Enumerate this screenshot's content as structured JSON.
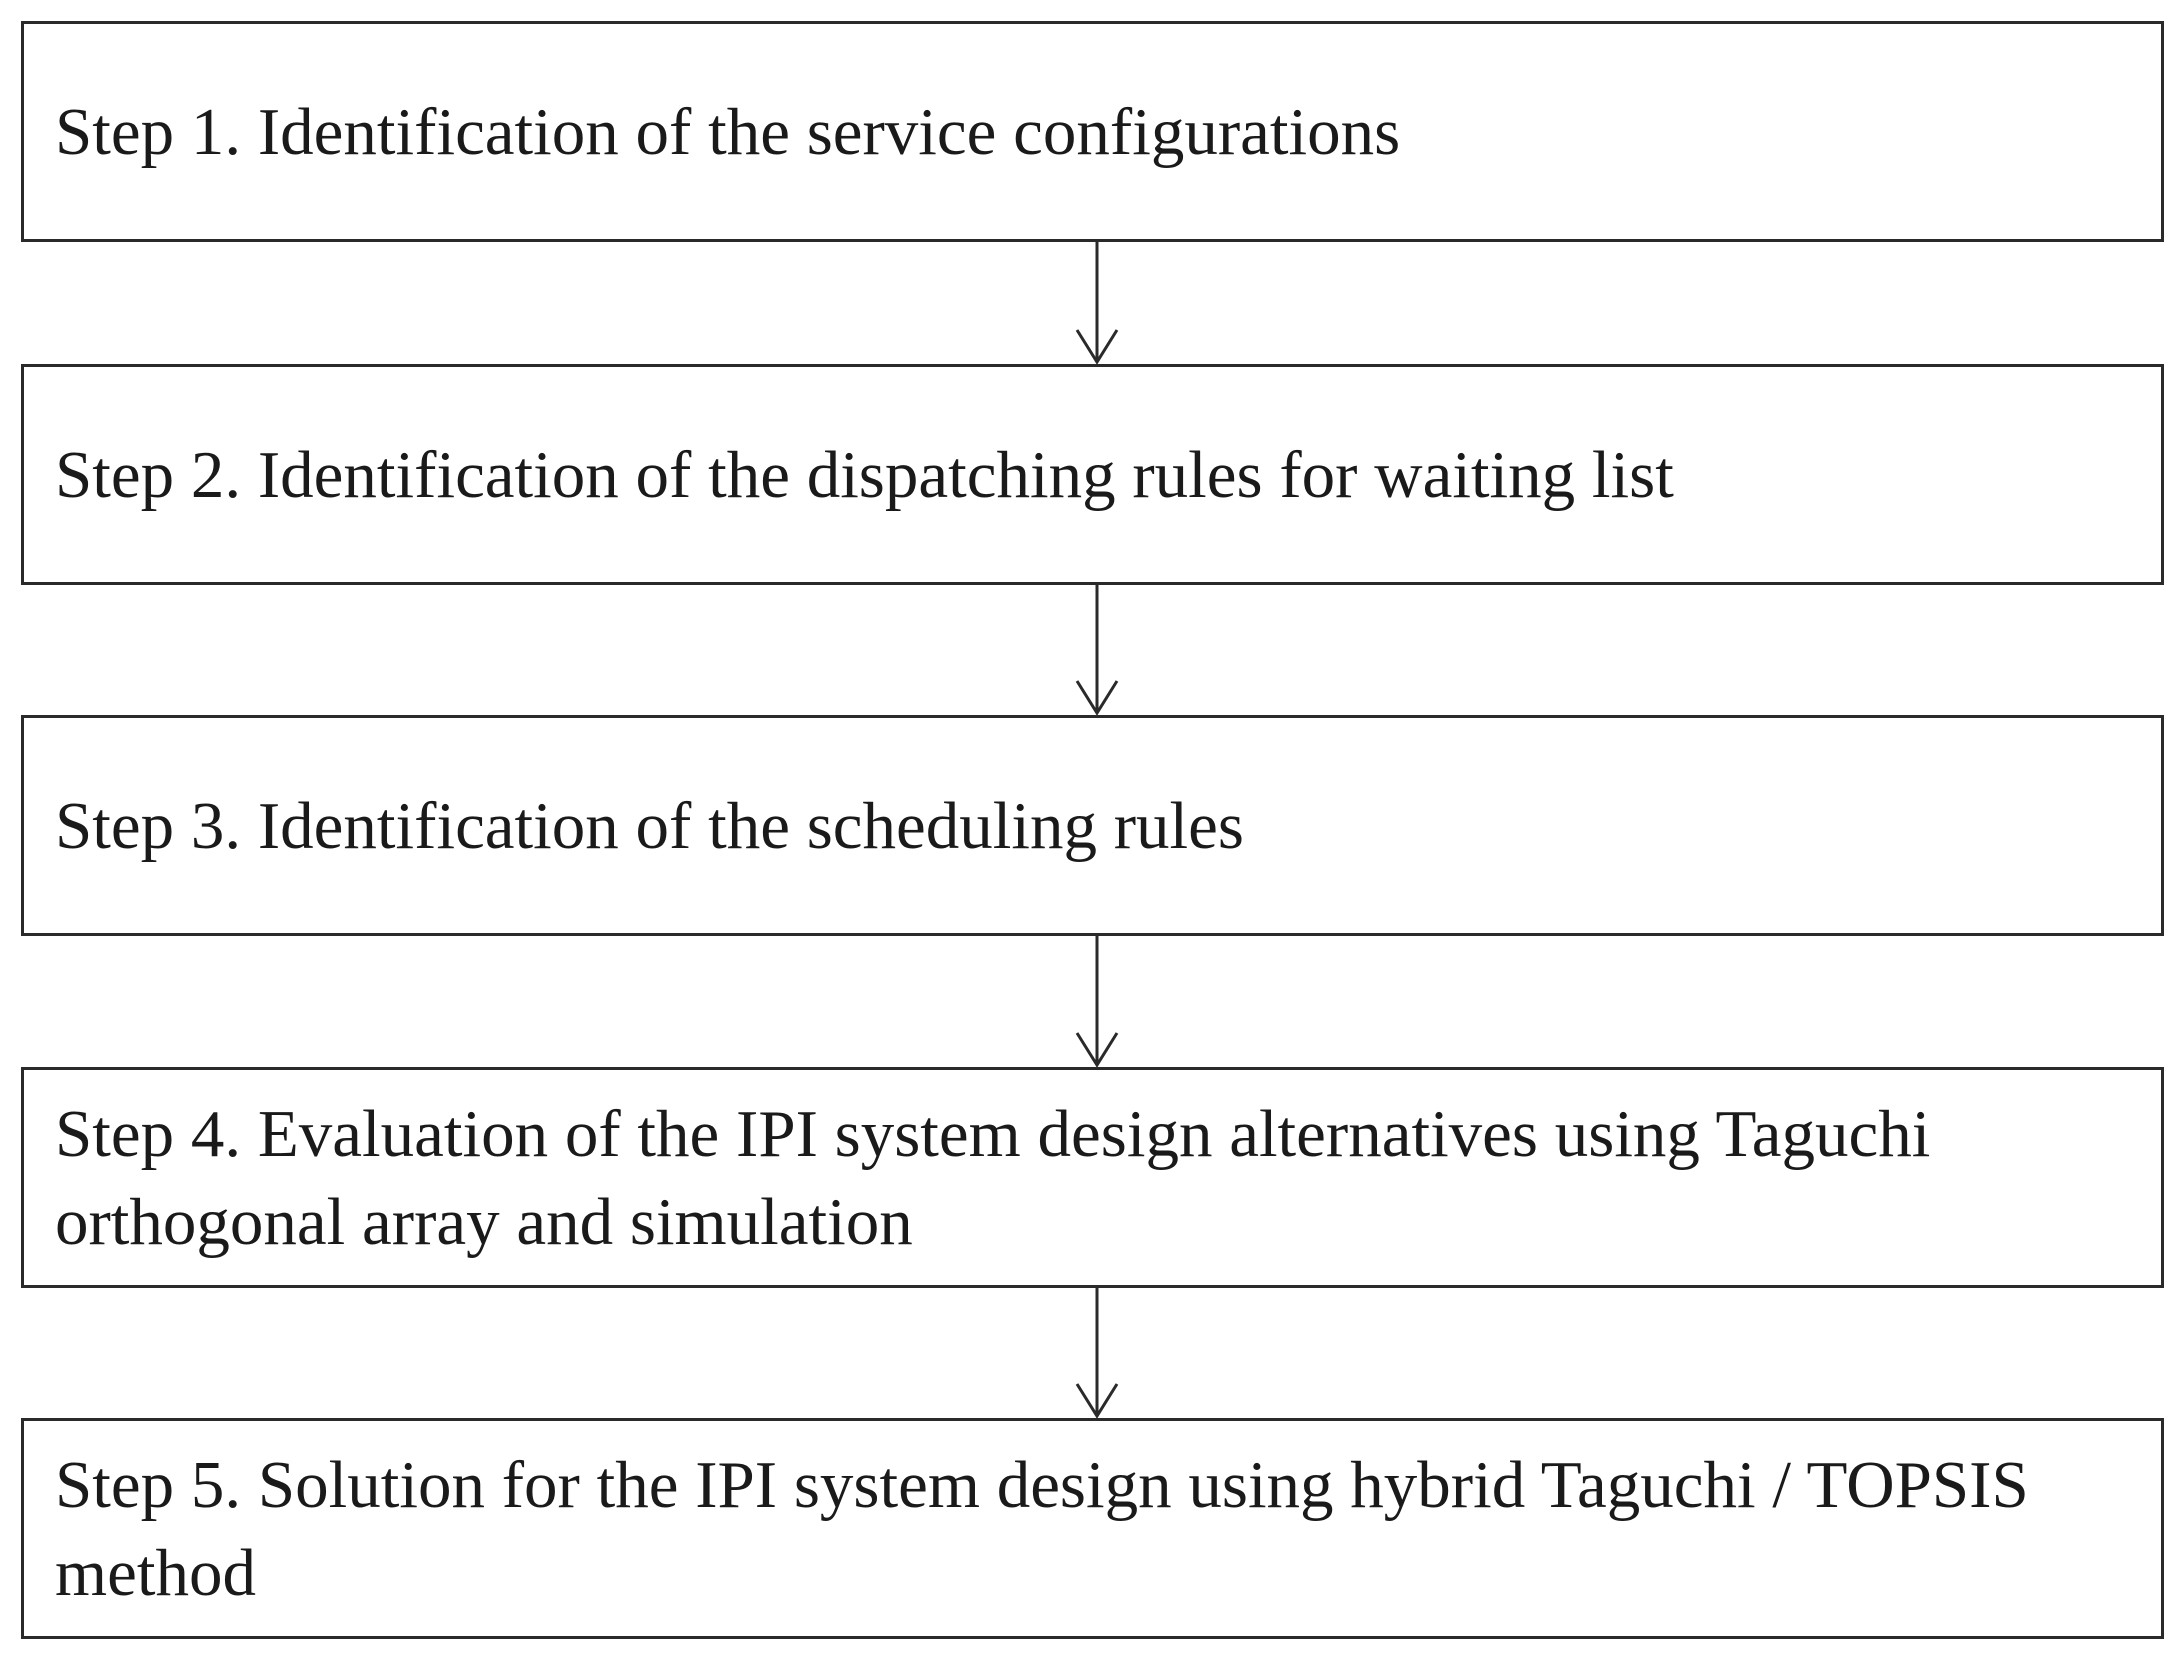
{
  "steps": [
    {
      "text": "Step 1. Identification of the service configurations"
    },
    {
      "text": "Step 2. Identification of the dispatching rules for waiting list"
    },
    {
      "text": "Step 3. Identification of the scheduling rules"
    },
    {
      "text": "Step 4. Evaluation of the IPI system design alternatives using Taguchi orthogonal array and simulation"
    },
    {
      "text": "Step 5. Solution for the IPI system design using hybrid Taguchi / TOPSIS method"
    }
  ],
  "colors": {
    "line": "#2a2a2a",
    "box_fill": "#ffffff",
    "text": "#1a1a1a"
  }
}
